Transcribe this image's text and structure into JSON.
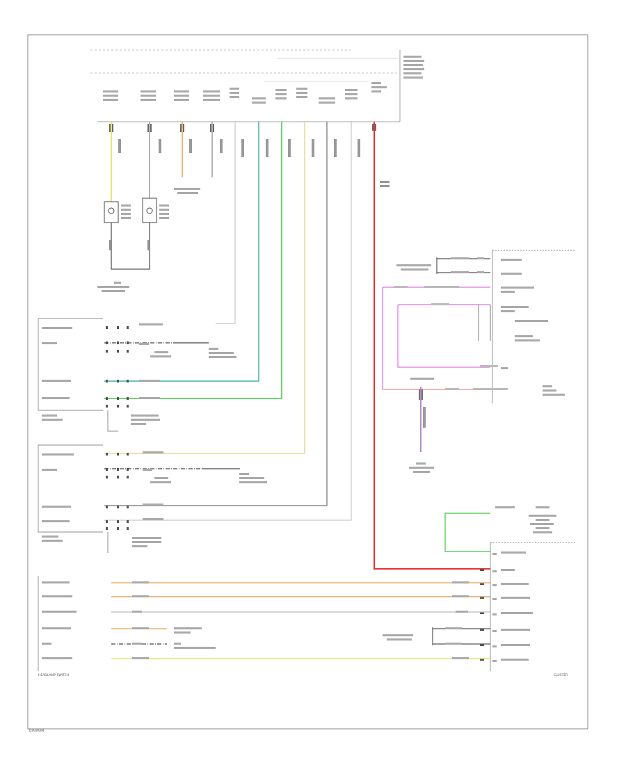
{
  "page_label": "DIAGRAM",
  "headlamp_switch_label": "HEADLAMP SWITCH",
  "connector_label": "CLUSTER",
  "colors": {
    "yellow": "#dede4a",
    "orange": "#e8a050",
    "green": "#3cc83c",
    "teal": "#3cb4a0",
    "red": "#e83030",
    "pink": "#e070e0",
    "purple": "#a070c0",
    "gray": "#9a9a9a",
    "dark": "#444444",
    "frame": "#666666"
  }
}
